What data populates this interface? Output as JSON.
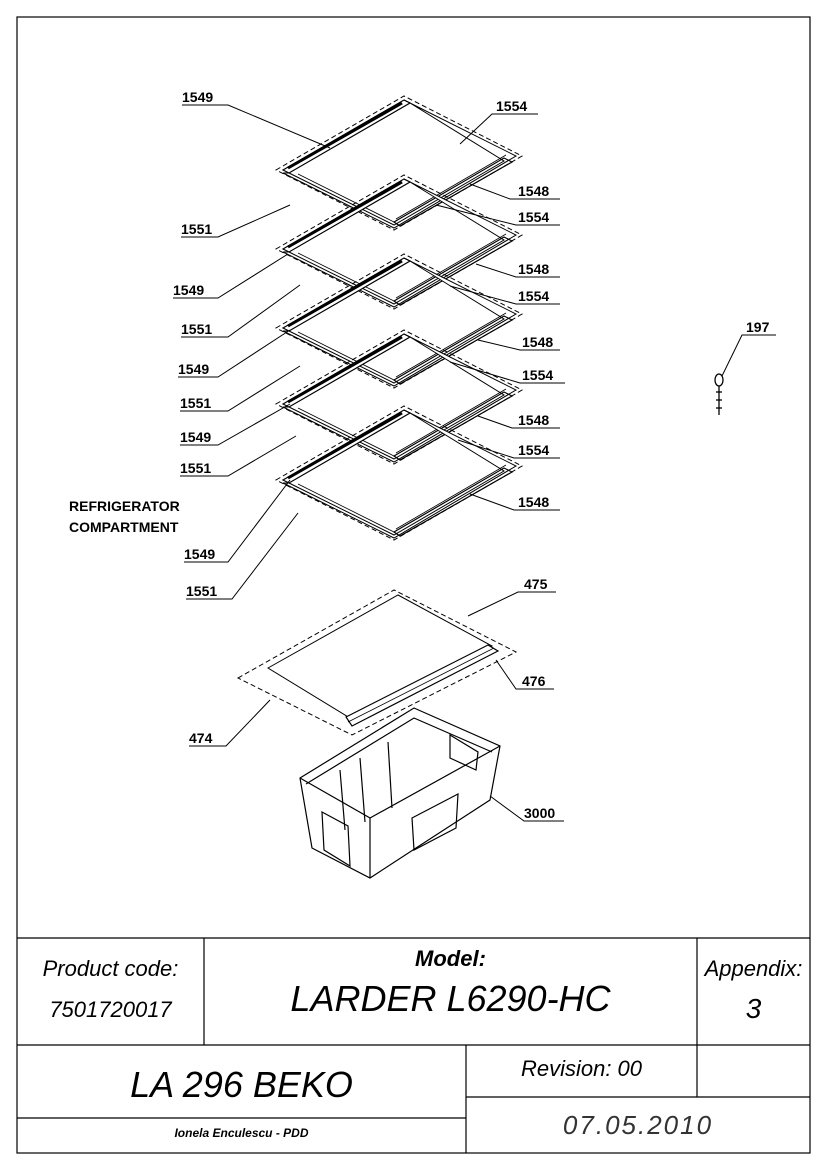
{
  "callouts": {
    "c1549a": "1549",
    "c1554a": "1554",
    "c1548a": "1548",
    "c1551a": "1551",
    "c1554b": "1554",
    "c1549b": "1549",
    "c1548b": "1548",
    "c1551b": "1551",
    "c1554c": "1554",
    "c1549c": "1549",
    "c1548c": "1548",
    "c1551c": "1551",
    "c1554d": "1554",
    "c1549d": "1549",
    "c1548d": "1548",
    "c1551d": "1551",
    "c1554e": "1554",
    "c1548e": "1548",
    "c1549e": "1549",
    "c1551e": "1551",
    "c197": "197",
    "c475": "475",
    "c476": "476",
    "c474": "474",
    "c3000": "3000"
  },
  "compartment_note": [
    "REFRIGERATOR",
    "COMPARTMENT"
  ],
  "title_block": {
    "product_code_label": "Product code:",
    "product_code": "7501720017",
    "model_label": "Model:",
    "model": "LARDER L6290-HC",
    "appendix_label": "Appendix:",
    "appendix": "3",
    "project": "LA 296 BEKO",
    "revision": "Revision: 00",
    "author": "Ionela Enculescu - PDD",
    "date": "07.05.2010"
  }
}
